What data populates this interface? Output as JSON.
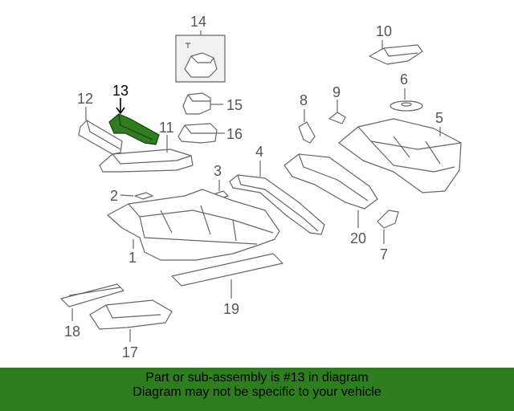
{
  "diagram": {
    "highlighted_part": "13",
    "highlight_color": "#2e7d1e",
    "line_color": "#666666",
    "callouts": [
      "1",
      "2",
      "3",
      "4",
      "5",
      "7",
      "6",
      "9",
      "8",
      "10",
      "11",
      "12",
      "13",
      "14",
      "15",
      "16",
      "17",
      "18",
      "19",
      "20"
    ]
  },
  "banner": {
    "line1": "Part or sub-assembly is #13 in diagram",
    "line2": "Diagram may not be specific to your vehicle",
    "color": "#2e7d1e"
  }
}
